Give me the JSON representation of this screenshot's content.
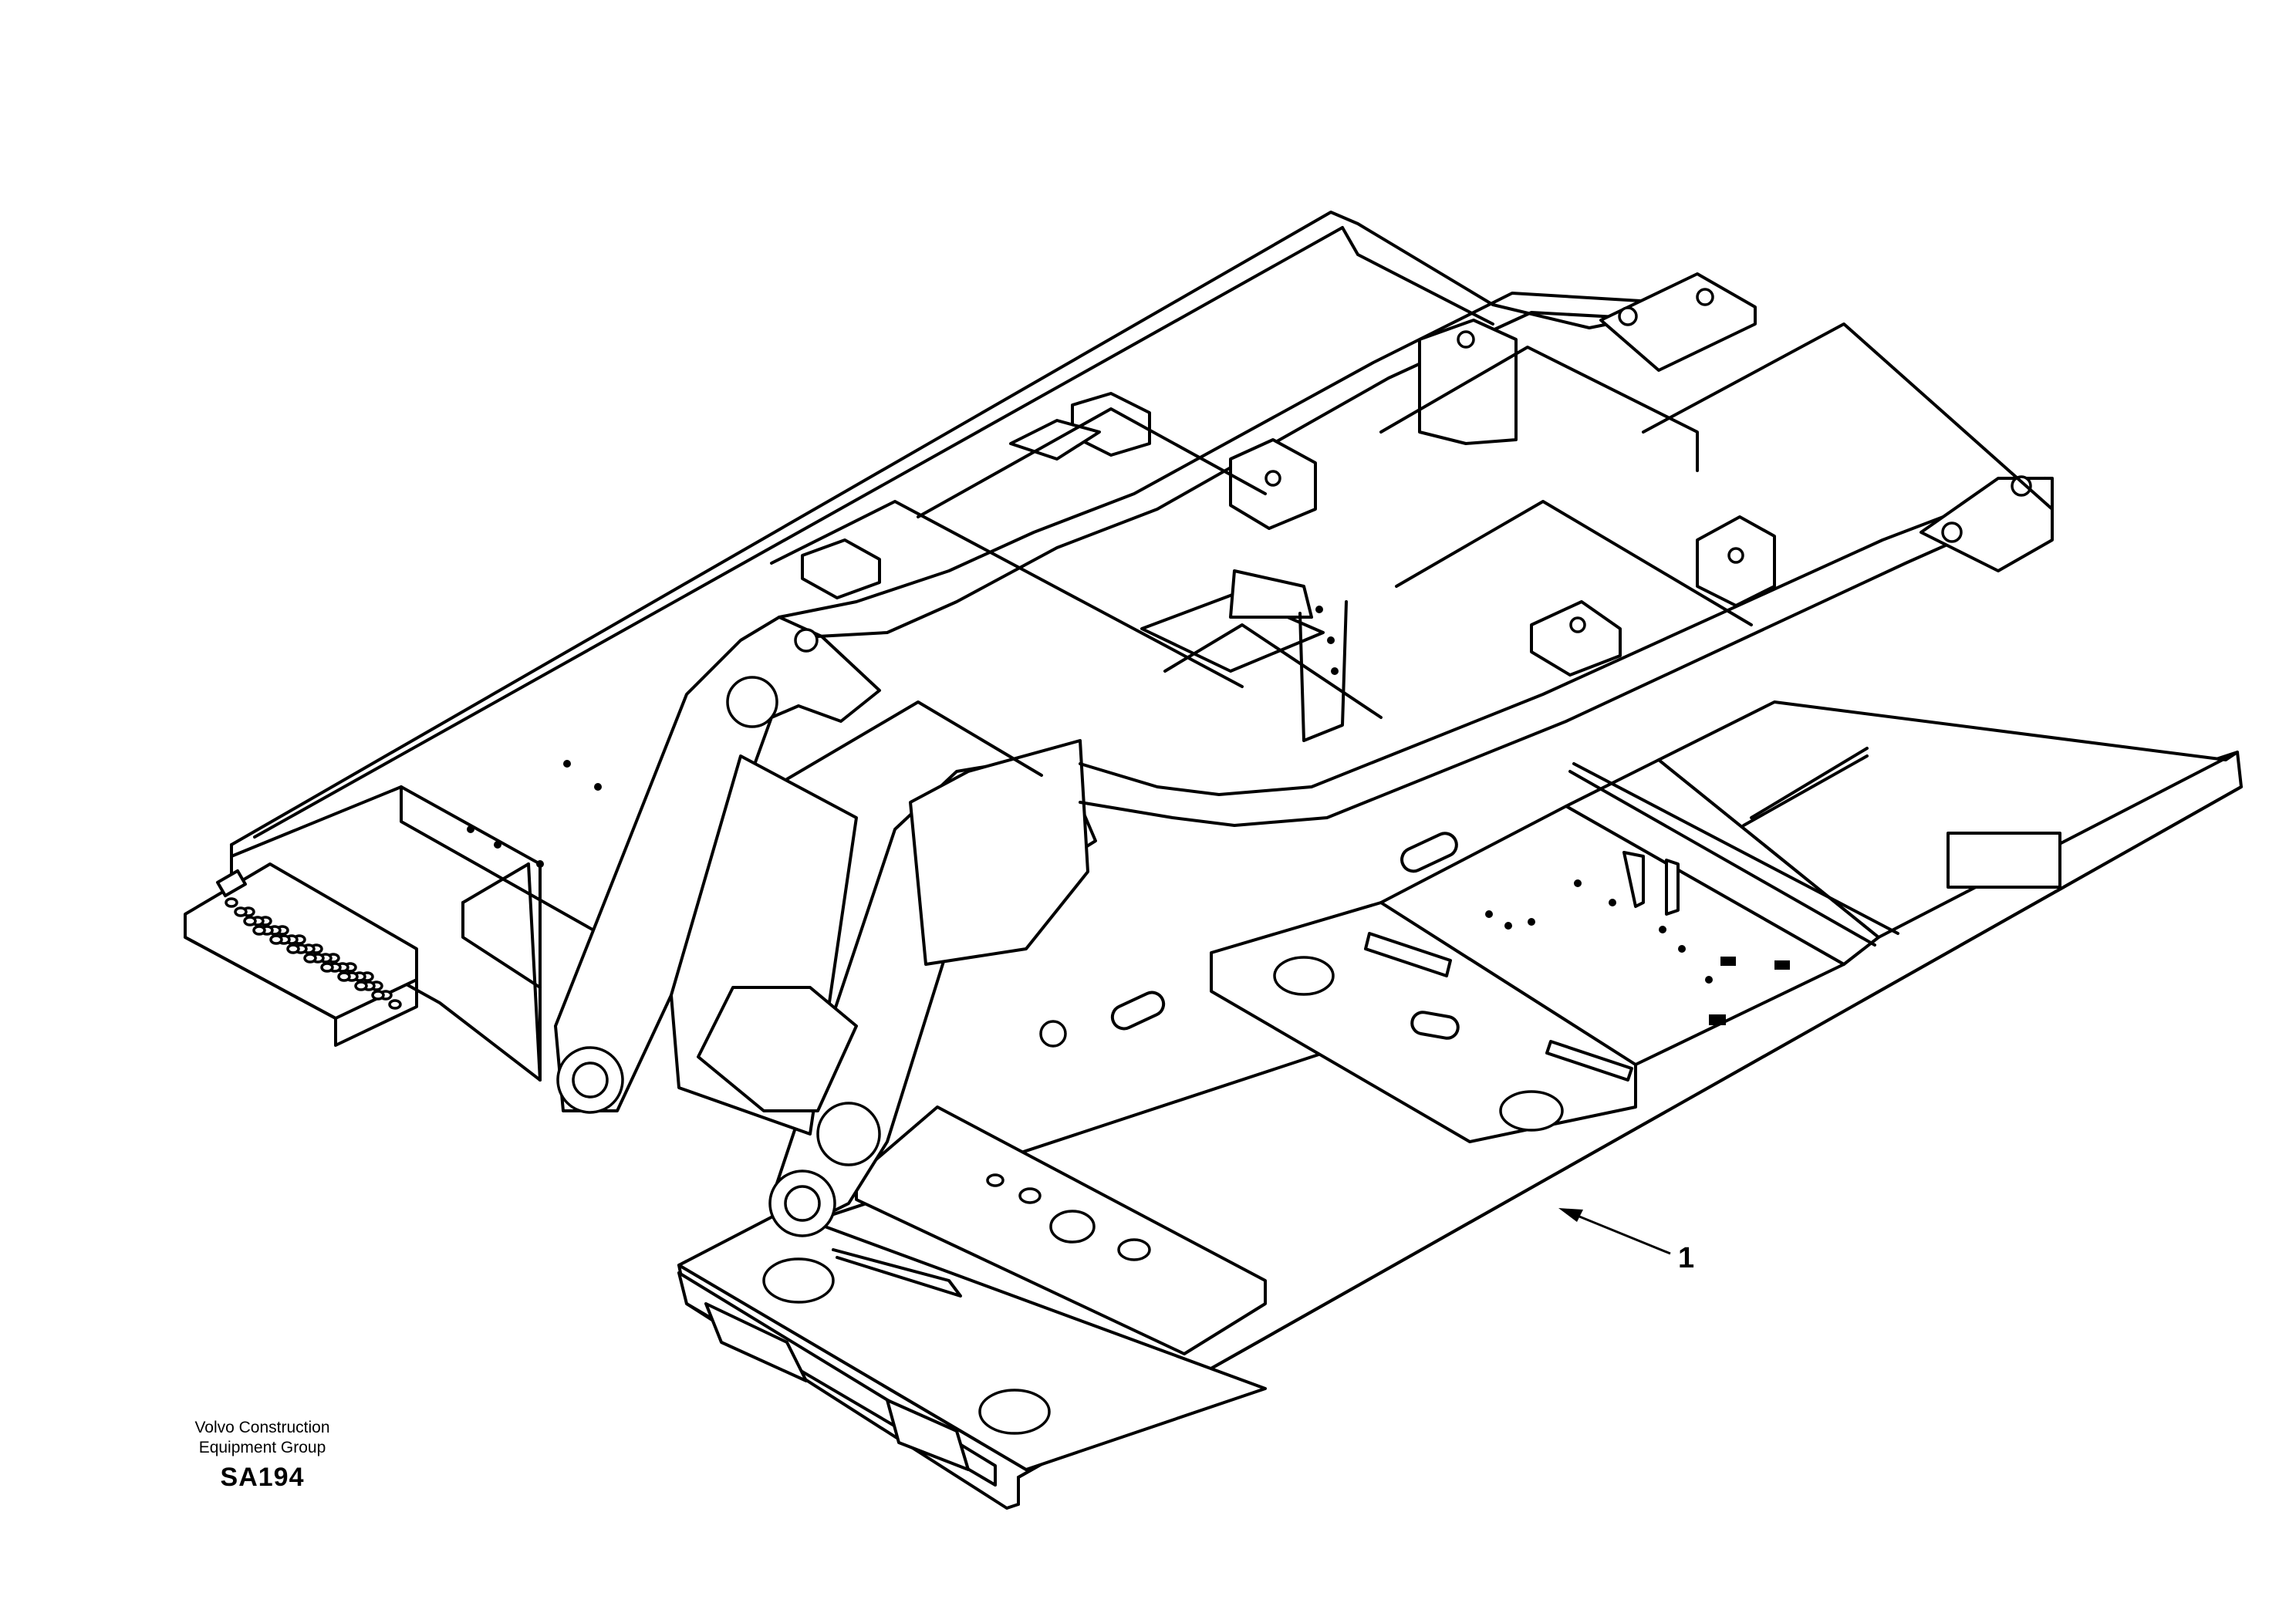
{
  "drawing": {
    "subject": "excavator upper frame assembly (exploded line drawing)",
    "callouts": [
      {
        "label": "1"
      }
    ]
  },
  "footer": {
    "company_line1": "Volvo Construction",
    "company_line2": "Equipment Group",
    "figure_code": "SA194"
  }
}
